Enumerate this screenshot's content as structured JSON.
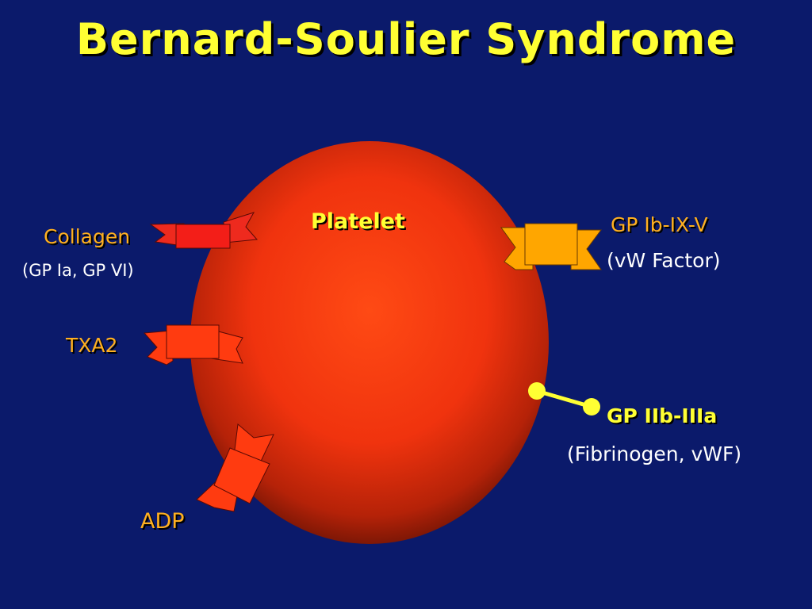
{
  "title": "Bernard-Soulier  Syndrome",
  "platelet_label": "Platelet",
  "receptors": {
    "collagen": {
      "name": "Collagen",
      "sub": "(GP Ia, GP VI)"
    },
    "txa2": {
      "name": "TXA2"
    },
    "adp": {
      "name": "ADP"
    },
    "gp_ib": {
      "name": "GP Ib-IX-V",
      "sub": "(vW Factor)"
    },
    "gp_iib": {
      "name": "GP IIb-IIIa",
      "sub": "(Fibrinogen, vWF)"
    }
  },
  "colors": {
    "background": "#0b1a6b",
    "title": "#ffff33",
    "platelet_center": "#ff3a12",
    "platelet_edge": "#6e1405",
    "receptor_red": "#ee2a1e",
    "receptor_orangered": "#ff3b10",
    "receptor_orange": "#ffa600",
    "connector": "#ffff33"
  }
}
